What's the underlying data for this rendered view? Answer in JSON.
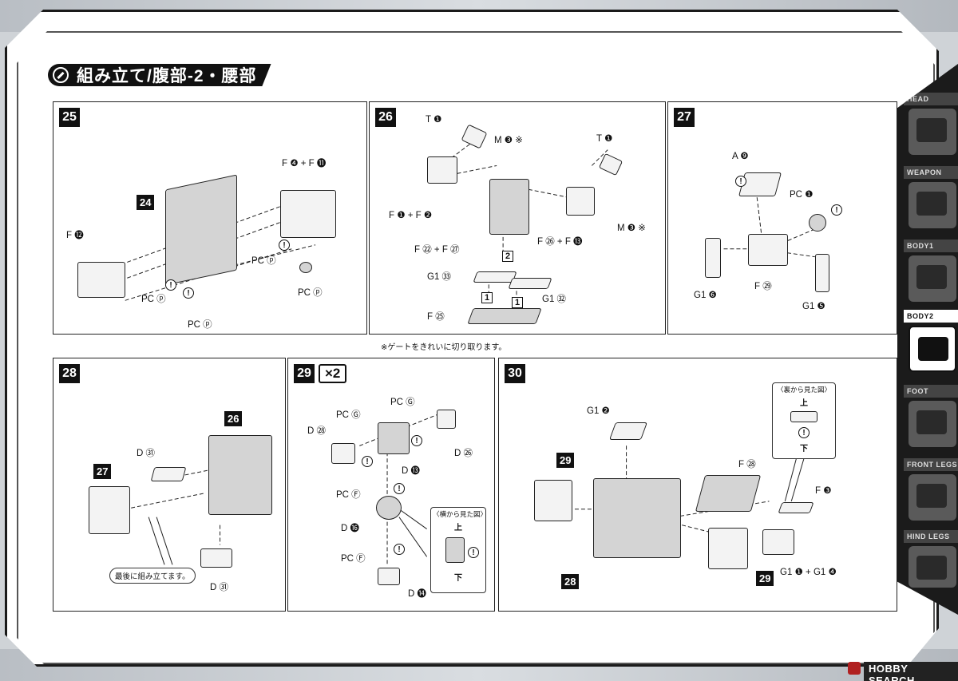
{
  "title": "組み立て/腹部-2・腰部",
  "steps": {
    "s25": {
      "number": "25",
      "labels": {
        "f4_f11": "F ❹ + F ⓫",
        "f12": "F ⓬",
        "sub24": "24",
        "pcp": "PC ⓟ"
      }
    },
    "s26": {
      "number": "26",
      "labels": {
        "t1a": "T ❶",
        "t1b": "T ❶",
        "m3a": "M ❸ ※",
        "m3b": "M ❸ ※",
        "f1_f2": "F ❶ + F ❷",
        "f22_f27": "F ㉒ + F ㉗",
        "f26_f13": "F ㉖ + F ⓭",
        "g1_33": "G1 ㉝",
        "g1_32": "G1 ㉜",
        "f25": "F ㉕",
        "box1": "1",
        "box2": "2"
      },
      "note": "※ゲートをきれいに切り取ります。"
    },
    "s27": {
      "number": "27",
      "labels": {
        "a9": "A ❾",
        "pc1": "PC ❶",
        "g1_6": "G1 ❻",
        "f29": "F ㉙",
        "g1_5": "G1 ❺"
      }
    },
    "s28": {
      "number": "28",
      "labels": {
        "d31a": "D ㉛",
        "d31b": "D ㉛",
        "sub26": "26",
        "sub27": "27"
      },
      "note": "最後に組み立てます。"
    },
    "s29": {
      "number": "29",
      "multiplier": "×2",
      "labels": {
        "pcg_a": "PC Ⓖ",
        "pcg_b": "PC Ⓖ",
        "d28": "D ㉘",
        "d13": "D ⓭",
        "d26": "D ㉖",
        "pcf_a": "PC Ⓕ",
        "d16": "D ⓰",
        "pcf_b": "PC Ⓕ",
        "d14": "D ⓮"
      },
      "callout": {
        "title": "〈横から見た図〉",
        "up": "上",
        "down": "下"
      }
    },
    "s30": {
      "number": "30",
      "labels": {
        "g1_2": "G1 ❷",
        "sub29a": "29",
        "sub29b": "29",
        "sub28": "28",
        "f28": "F ㉘",
        "f3": "F ❸",
        "g1_1_4": "G1 ❶ + G1 ❹"
      },
      "callout": {
        "title": "〈裏から見た図〉",
        "up": "上",
        "down": "下"
      }
    }
  },
  "nav": [
    {
      "label": "HEAD",
      "active": false
    },
    {
      "label": "WEAPON",
      "active": false
    },
    {
      "label": "BODY1",
      "active": false
    },
    {
      "label": "BODY2",
      "active": true
    },
    {
      "label": "FOOT",
      "active": false
    },
    {
      "label": "FRONT LEGS",
      "active": false
    },
    {
      "label": "HIND LEGS",
      "active": false
    }
  ],
  "footer": {
    "logo_text": "HOBBY SEARCH"
  }
}
